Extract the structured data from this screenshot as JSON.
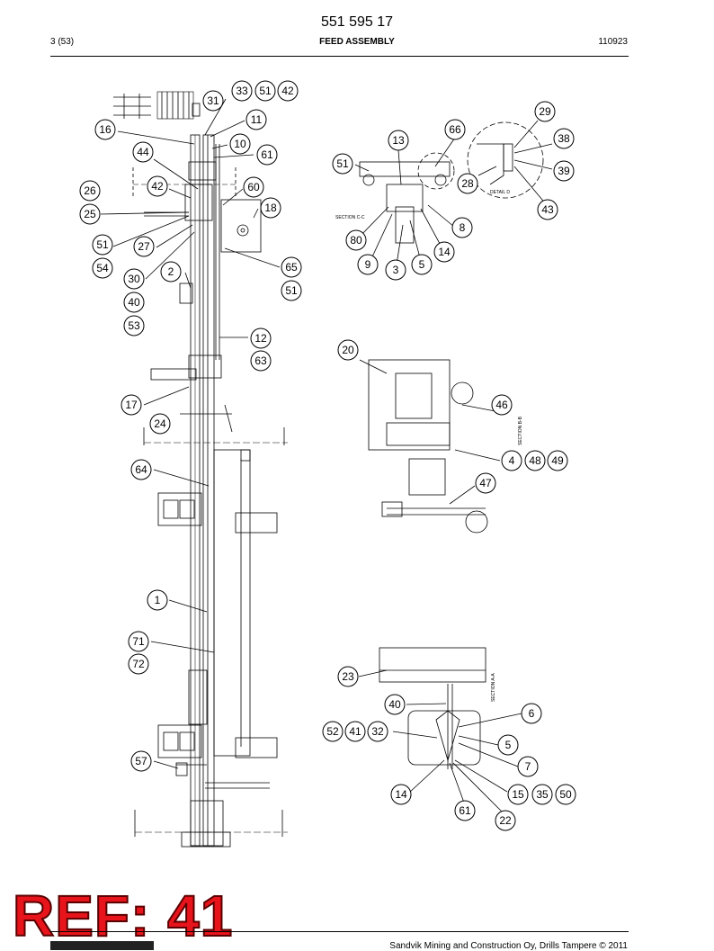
{
  "header": {
    "document_number": "551 595 17",
    "page": "3 (53)",
    "title": "FEED ASSEMBLY",
    "revision": "110923"
  },
  "views": {
    "section_cc": "SECTION C-C",
    "detail_d": "DETAIL D",
    "section_bb": "SECTION B-B",
    "section_aa": "SECTION A-A"
  },
  "callouts": [
    "1",
    "2",
    "3",
    "4",
    "5",
    "6",
    "7",
    "8",
    "9",
    "10",
    "11",
    "12",
    "13",
    "14",
    "15",
    "16",
    "17",
    "18",
    "20",
    "22",
    "23",
    "24",
    "25",
    "26",
    "27",
    "28",
    "29",
    "30",
    "31",
    "32",
    "33",
    "35",
    "38",
    "39",
    "40",
    "41",
    "42",
    "43",
    "44",
    "46",
    "47",
    "48",
    "49",
    "50",
    "51",
    "52",
    "53",
    "54",
    "57",
    "60",
    "61",
    "63",
    "64",
    "65",
    "66",
    "71",
    "72",
    "80"
  ],
  "stamp": {
    "ref": "REF: 41"
  },
  "footer": {
    "copyright": "Sandvik Mining and Construction Oy, Drills Tampere © 2011"
  }
}
